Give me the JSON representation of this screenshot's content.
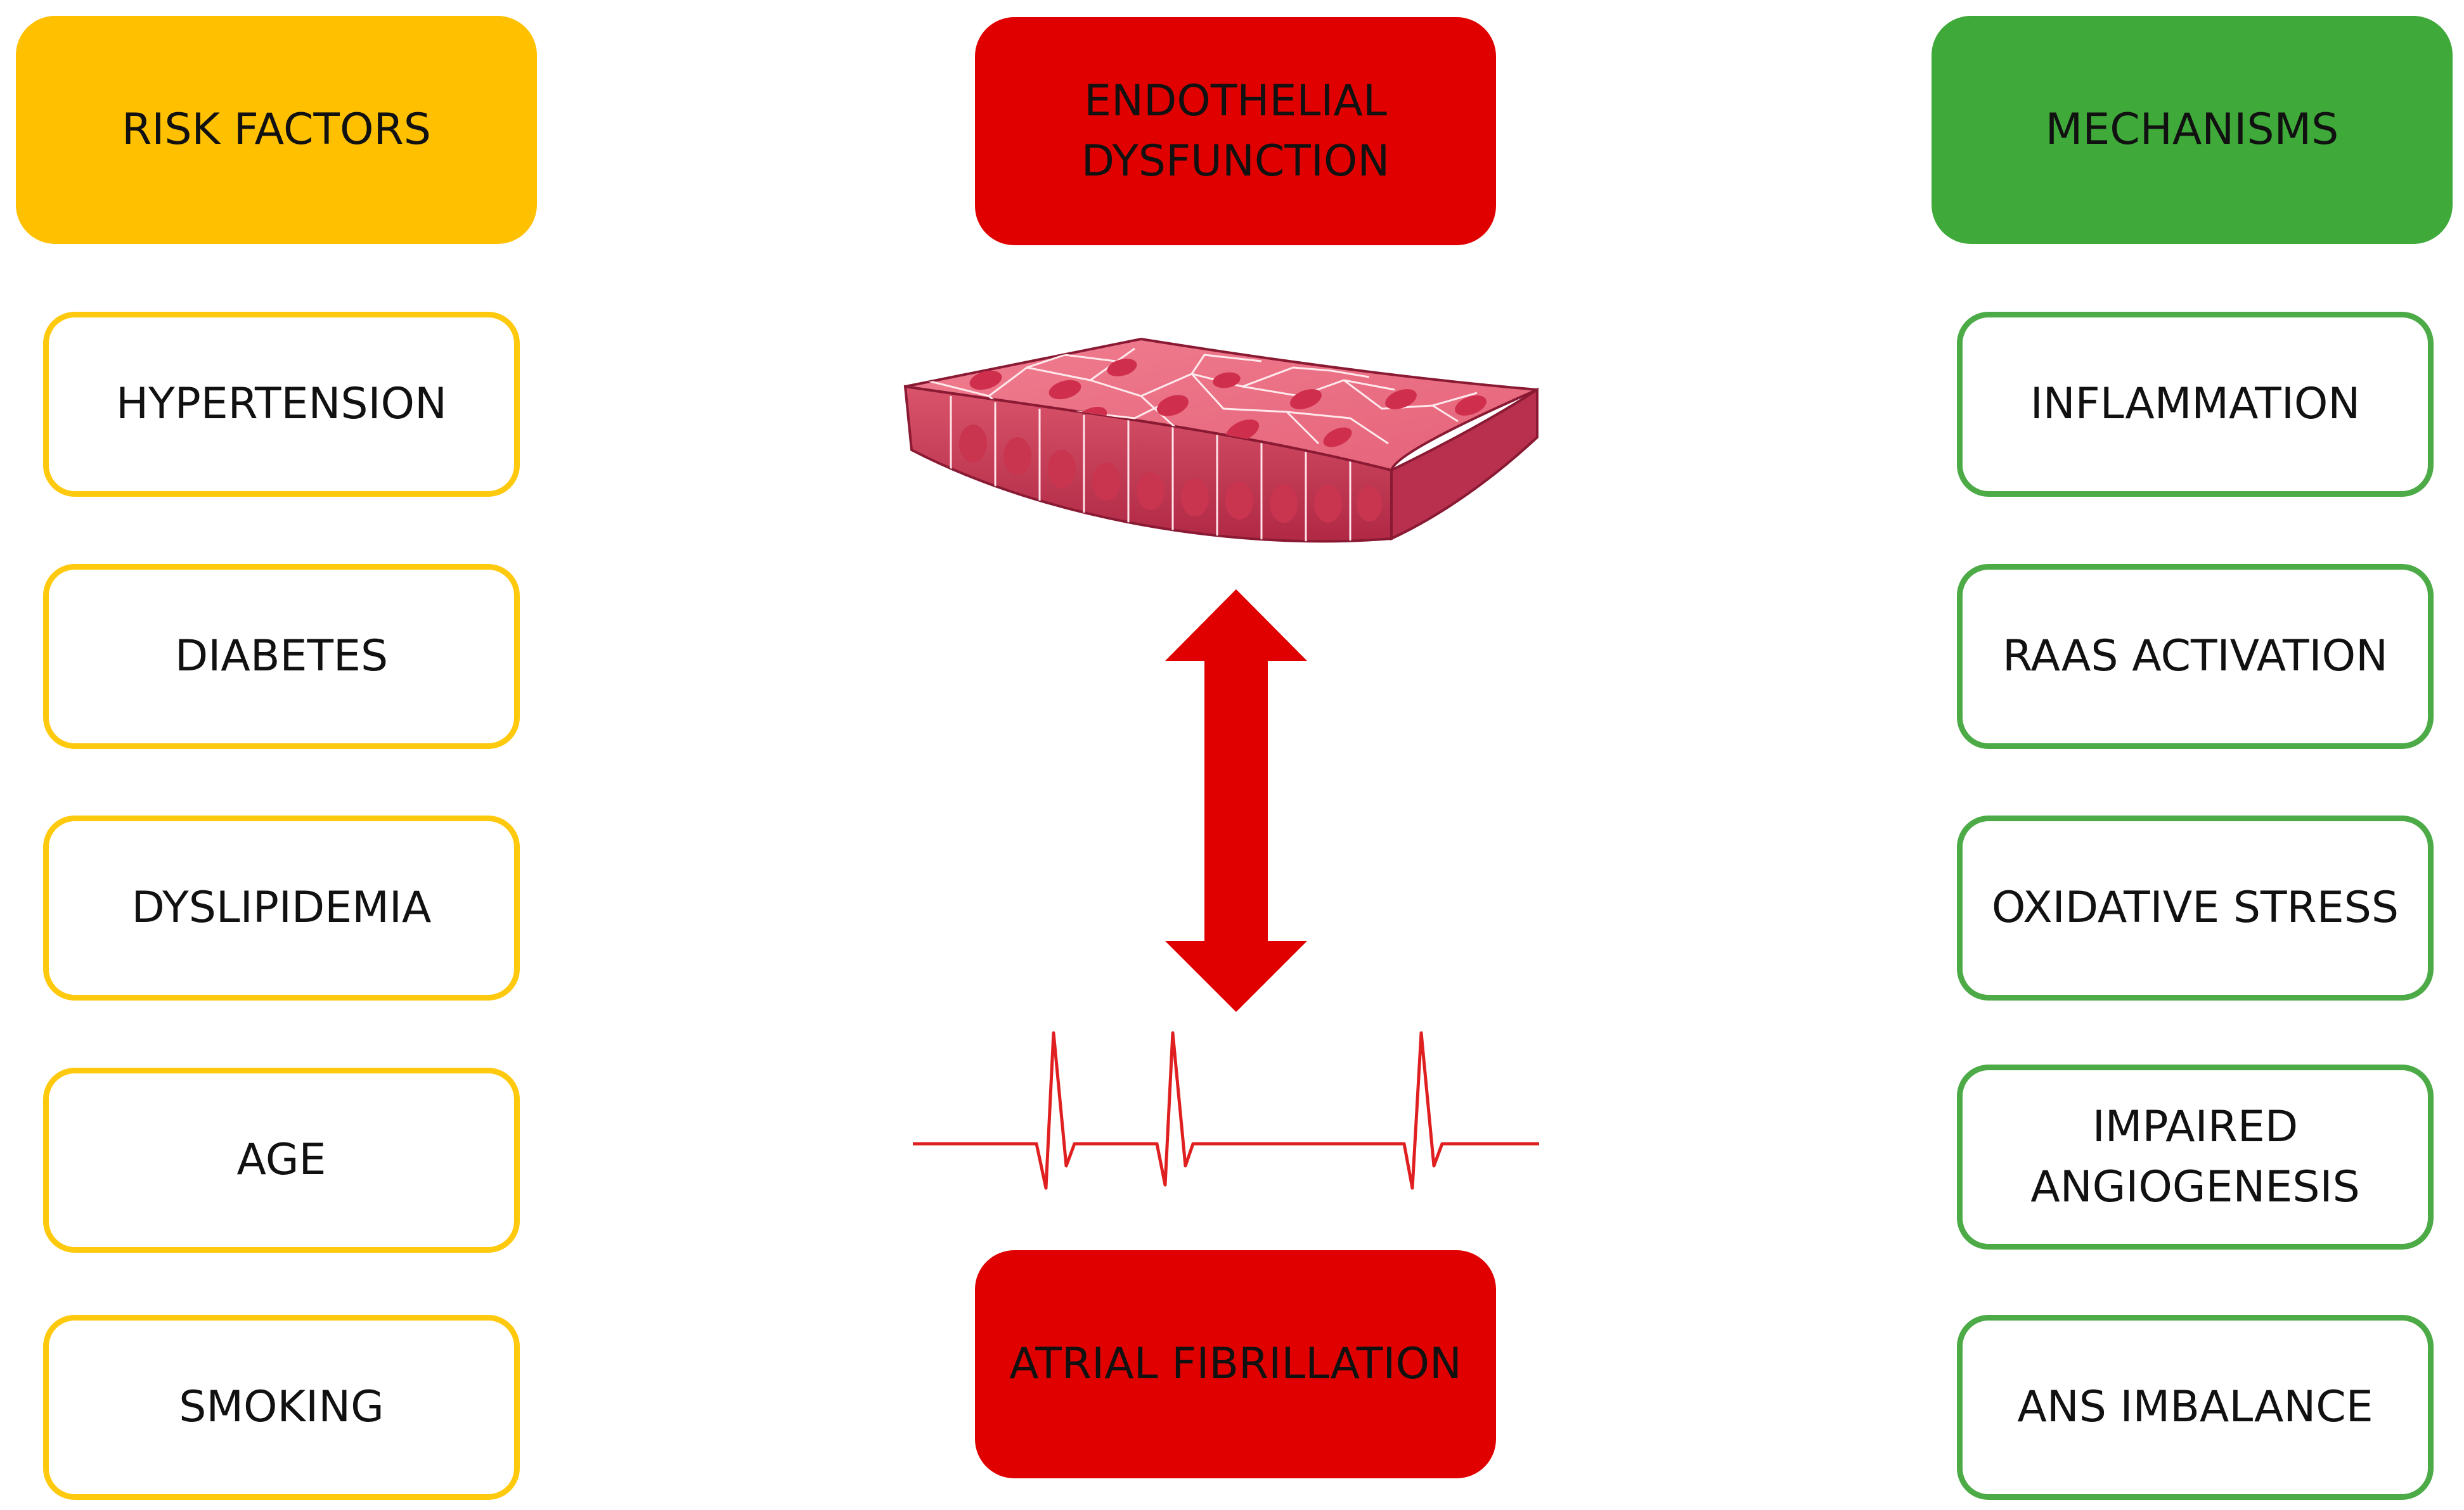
{
  "headers": {
    "risk_factors": "RISK FACTORS",
    "endothelial_line1": "ENDOTHELIAL",
    "endothelial_line2": "DYSFUNCTION",
    "mechanisms": "MECHANISMS",
    "atrial_fibrillation": "ATRIAL FIBRILLATION"
  },
  "risk_factors": [
    "HYPERTENSION",
    "DIABETES",
    "DYSLIPIDEMIA",
    "AGE",
    "SMOKING"
  ],
  "mechanisms": {
    "item0": "INFLAMMATION",
    "item1": "RAAS ACTIVATION",
    "item2": "OXIDATIVE STRESS",
    "item3_line1": "IMPAIRED",
    "item3_line2": "ANGIOGENESIS",
    "item4": "ANS IMBALANCE"
  },
  "colors": {
    "risk_yellow": "#ffc000",
    "endothelial_red": "#e00000",
    "mechanism_green": "#3fa93a",
    "arrow_red": "#e00000",
    "ecg_red": "#e02020"
  },
  "icons": {
    "tissue": "endothelium-tissue-icon",
    "arrow": "bidirectional-arrow-icon",
    "ecg": "ecg-trace-icon"
  }
}
